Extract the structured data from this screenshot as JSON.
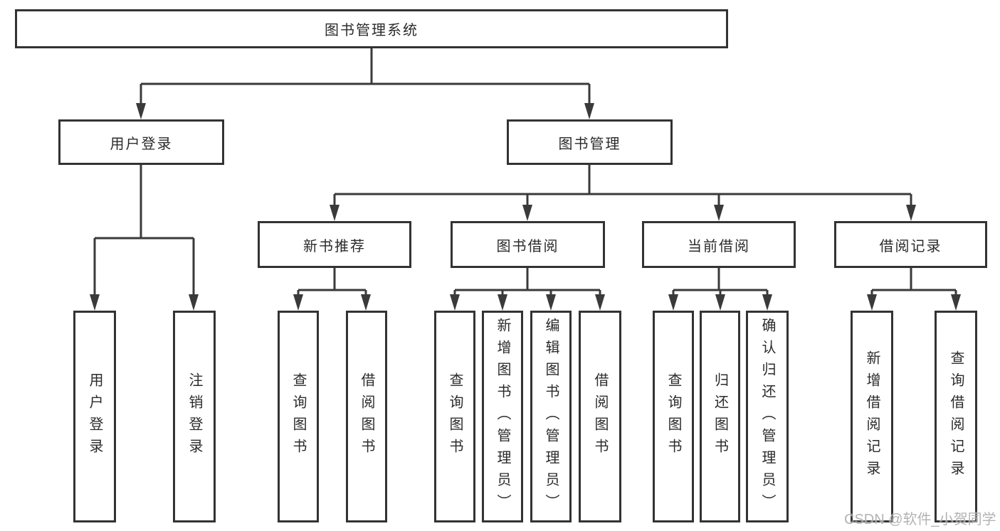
{
  "tree": {
    "root": {
      "label": "图书管理系统"
    },
    "branches": [
      {
        "label": "用户登录",
        "leaves": [
          {
            "label": "用户登录"
          },
          {
            "label": "注销登录"
          }
        ]
      },
      {
        "label": "图书管理",
        "groups": [
          {
            "label": "新书推荐",
            "leaves": [
              {
                "label": "查询图书"
              },
              {
                "label": "借阅图书"
              }
            ]
          },
          {
            "label": "图书借阅",
            "leaves": [
              {
                "label": "查询图书"
              },
              {
                "label": "新增图书（管理员）"
              },
              {
                "label": "编辑图书（管理员）"
              },
              {
                "label": "借阅图书"
              }
            ]
          },
          {
            "label": "当前借阅",
            "leaves": [
              {
                "label": "查询图书"
              },
              {
                "label": "归还图书"
              },
              {
                "label": "确认归还（管理员）"
              }
            ]
          },
          {
            "label": "借阅记录",
            "leaves": [
              {
                "label": "新增借阅记录"
              },
              {
                "label": "查询借阅记录"
              }
            ]
          }
        ]
      }
    ]
  },
  "watermark": {
    "text": "CSDN @软件_小贺同学"
  },
  "colors": {
    "line": "#3a3a3a",
    "border": "#333333",
    "text": "#2b2b2b",
    "background": "#ffffff",
    "watermark": "#ababab"
  }
}
